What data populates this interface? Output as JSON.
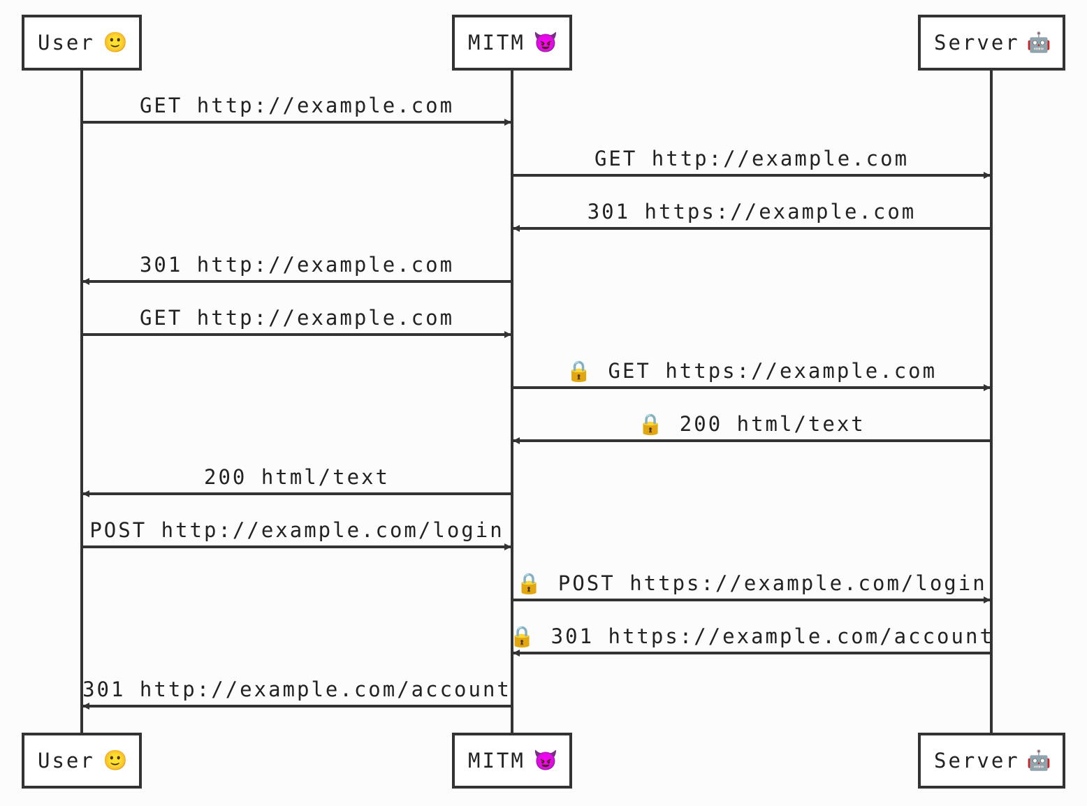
{
  "participants": [
    {
      "id": "user",
      "label": "User",
      "emoji": "🙂",
      "icon": "slightly-smiling-face-icon"
    },
    {
      "id": "mitm",
      "label": "MITM",
      "emoji": "😈",
      "icon": "smiling-devil-icon"
    },
    {
      "id": "server",
      "label": "Server",
      "emoji": "🤖",
      "icon": "robot-icon"
    }
  ],
  "messages": [
    {
      "from": "user",
      "to": "mitm",
      "text": "GET http://example.com",
      "locked": false
    },
    {
      "from": "mitm",
      "to": "server",
      "text": "GET http://example.com",
      "locked": false
    },
    {
      "from": "server",
      "to": "mitm",
      "text": "301 https://example.com",
      "locked": false
    },
    {
      "from": "mitm",
      "to": "user",
      "text": "301 http://example.com",
      "locked": false
    },
    {
      "from": "user",
      "to": "mitm",
      "text": "GET http://example.com",
      "locked": false
    },
    {
      "from": "mitm",
      "to": "server",
      "text": "GET https://example.com",
      "locked": true
    },
    {
      "from": "server",
      "to": "mitm",
      "text": "200 html/text",
      "locked": true
    },
    {
      "from": "mitm",
      "to": "user",
      "text": "200 html/text",
      "locked": false
    },
    {
      "from": "user",
      "to": "mitm",
      "text": "POST http://example.com/login",
      "locked": false
    },
    {
      "from": "mitm",
      "to": "server",
      "text": "POST https://example.com/login",
      "locked": true
    },
    {
      "from": "server",
      "to": "mitm",
      "text": "301 https://example.com/account",
      "locked": true
    },
    {
      "from": "mitm",
      "to": "user",
      "text": "301 http://example.com/account",
      "locked": false
    }
  ],
  "lock_icon": {
    "emoji": "🔒",
    "icon": "padlock-icon"
  },
  "colors": {
    "line": "#333333",
    "text": "#222222",
    "background": "#fcfcfc"
  }
}
